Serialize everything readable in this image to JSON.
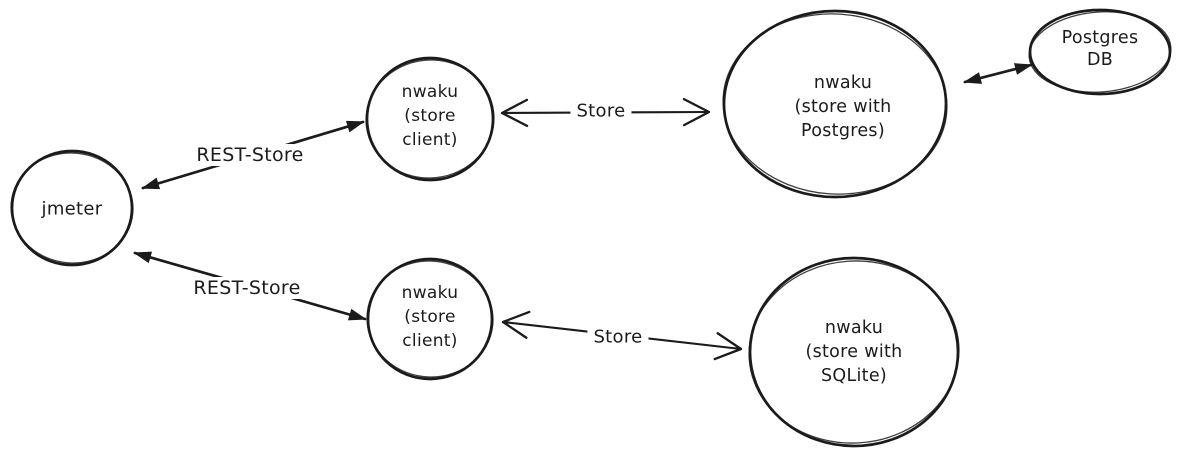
{
  "colors": {
    "stroke": "#1b1b1b",
    "canvas_background": "#ffffff"
  },
  "nodes": {
    "jmeter": {
      "label": "jmeter"
    },
    "store_client_top": {
      "lines": [
        "nwaku",
        "(store",
        "client)"
      ]
    },
    "store_postgres": {
      "lines": [
        "nwaku",
        "(store with",
        "Postgres)"
      ]
    },
    "postgres_db": {
      "lines": [
        "Postgres",
        "DB"
      ]
    },
    "store_client_bottom": {
      "lines": [
        "nwaku",
        "(store",
        "client)"
      ]
    },
    "store_sqlite": {
      "lines": [
        "nwaku",
        "(store with",
        "SQLite)"
      ]
    }
  },
  "edges": {
    "rest_store_top": {
      "label": "REST-Store"
    },
    "store_top": {
      "label": "Store"
    },
    "rest_store_bottom": {
      "label": "REST-Store"
    },
    "store_bottom": {
      "label": "Store"
    }
  }
}
